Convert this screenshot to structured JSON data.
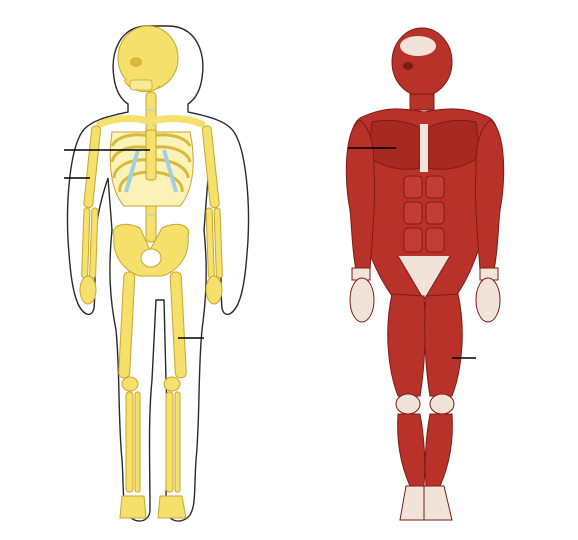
{
  "diagram": {
    "figures": [
      {
        "name": "skeleton",
        "kind": "skeletal-system"
      },
      {
        "name": "muscles",
        "kind": "muscular-system"
      }
    ],
    "label_lines": [
      {
        "figure": "skeleton",
        "target": "rib-cage"
      },
      {
        "figure": "skeleton",
        "target": "humerus"
      },
      {
        "figure": "skeleton",
        "target": "femur"
      },
      {
        "figure": "muscles",
        "target": "pectoral-muscle"
      },
      {
        "figure": "muscles",
        "target": "thigh-muscle"
      }
    ]
  },
  "colors": {
    "background": "#ffffff",
    "bone": "#f4e06a",
    "bone_shade": "#d9b93a",
    "cartilage": "#9fd0e6",
    "outline": "#2a2a2a",
    "muscle": "#b8322a",
    "muscle_dark": "#7e1c16",
    "tendon": "#f1e3d8"
  }
}
